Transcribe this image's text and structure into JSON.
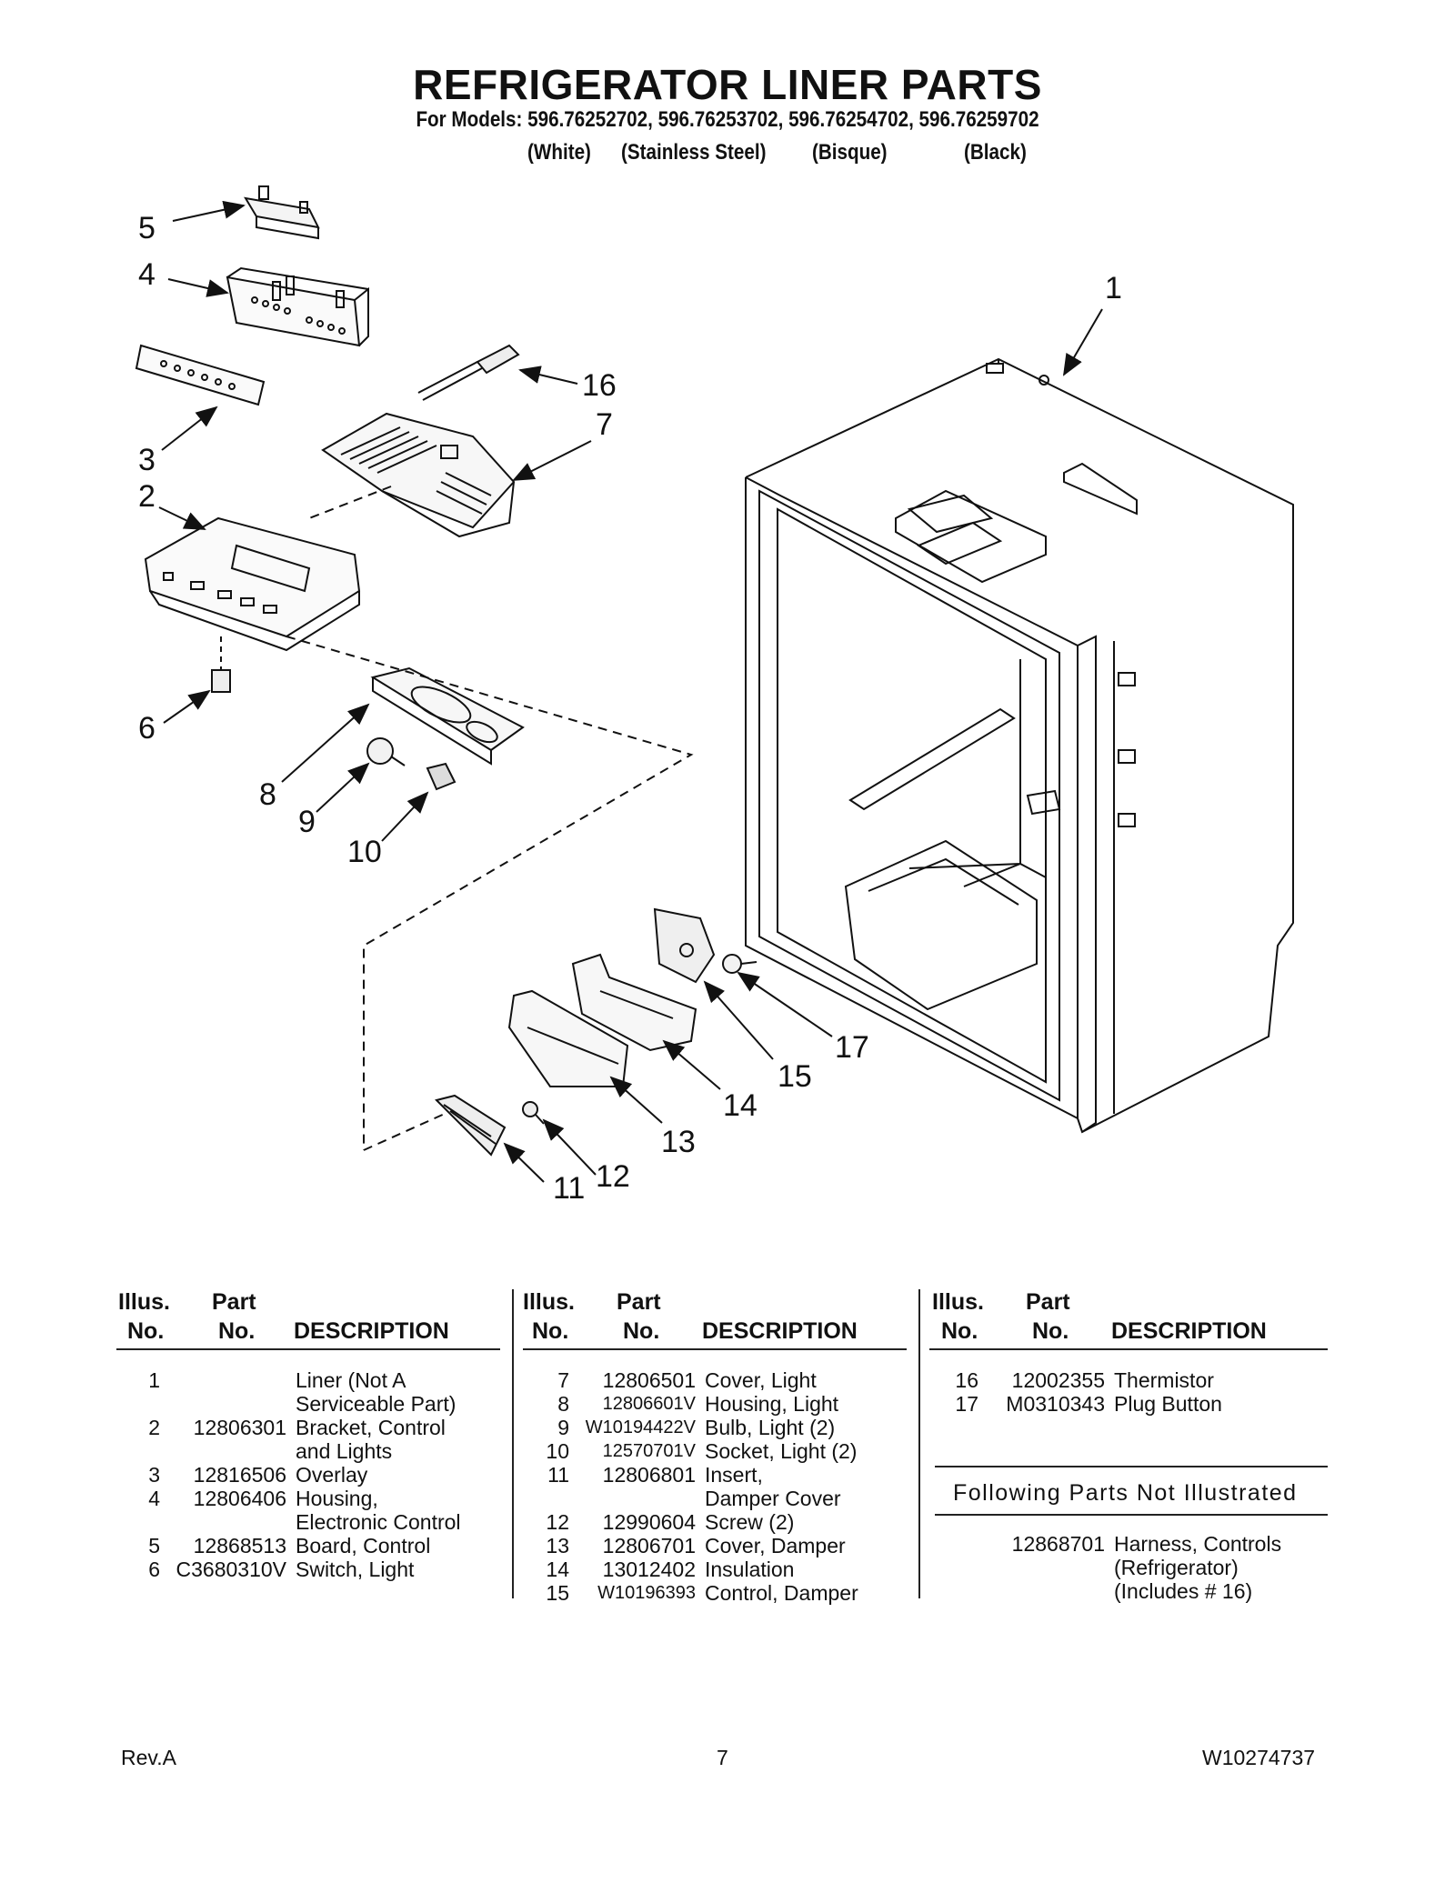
{
  "header": {
    "title": "REFRIGERATOR LINER PARTS",
    "models": "For Models: 596.76252702, 596.76253702, 596.76254702, 596.76259702",
    "colors": [
      "(White)",
      "(Stainless Steel)",
      "(Bisque)",
      "(Black)"
    ]
  },
  "callouts": [
    "5",
    "4",
    "1",
    "16",
    "7",
    "3",
    "2",
    "6",
    "8",
    "9",
    "10",
    "17",
    "15",
    "14",
    "13",
    "12",
    "11"
  ],
  "table": {
    "hdr_illus": "Illus.",
    "hdr_part": "Part",
    "hdr_no1": "No.",
    "hdr_no2": "No.",
    "hdr_desc": "DESCRIPTION",
    "col1": [
      {
        "illus": "1",
        "part": "",
        "desc": [
          "Liner (Not A",
          "Serviceable Part)"
        ]
      },
      {
        "illus": "2",
        "part": "12806301",
        "desc": [
          "Bracket, Control",
          "and Lights"
        ]
      },
      {
        "illus": "3",
        "part": "12816506",
        "desc": [
          "Overlay"
        ]
      },
      {
        "illus": "4",
        "part": "12806406",
        "desc": [
          "Housing,",
          "Electronic Control"
        ]
      },
      {
        "illus": "5",
        "part": "12868513",
        "desc": [
          "Board, Control"
        ]
      },
      {
        "illus": "6",
        "part": "C3680310V",
        "desc": [
          "Switch, Light"
        ]
      }
    ],
    "col2": [
      {
        "illus": "7",
        "part": "12806501",
        "desc": [
          "Cover, Light"
        ]
      },
      {
        "illus": "8",
        "part": "12806601V",
        "desc": [
          "Housing, Light"
        ]
      },
      {
        "illus": "9",
        "part": "W10194422V",
        "desc": [
          "Bulb, Light (2)"
        ]
      },
      {
        "illus": "10",
        "part": "12570701V",
        "desc": [
          "Socket, Light (2)"
        ]
      },
      {
        "illus": "11",
        "part": "12806801",
        "desc": [
          "Insert,",
          "Damper Cover"
        ]
      },
      {
        "illus": "12",
        "part": "12990604",
        "desc": [
          "Screw (2)"
        ]
      },
      {
        "illus": "13",
        "part": "12806701",
        "desc": [
          "Cover, Damper"
        ]
      },
      {
        "illus": "14",
        "part": "13012402",
        "desc": [
          "Insulation"
        ]
      },
      {
        "illus": "15",
        "part": "W10196393",
        "desc": [
          "Control, Damper"
        ]
      }
    ],
    "col3": [
      {
        "illus": "16",
        "part": "12002355",
        "desc": [
          "Thermistor"
        ]
      },
      {
        "illus": "17",
        "part": "M0310343",
        "desc": [
          "Plug Button"
        ]
      }
    ],
    "not_illustrated_heading": "Following Parts Not Illustrated",
    "not_illustrated": [
      {
        "part": "12868701",
        "desc": [
          "Harness, Controls",
          "(Refrigerator)",
          "(Includes # 16)"
        ]
      }
    ]
  },
  "footer": {
    "rev": "Rev.A",
    "page": "7",
    "doc": "W10274737"
  }
}
